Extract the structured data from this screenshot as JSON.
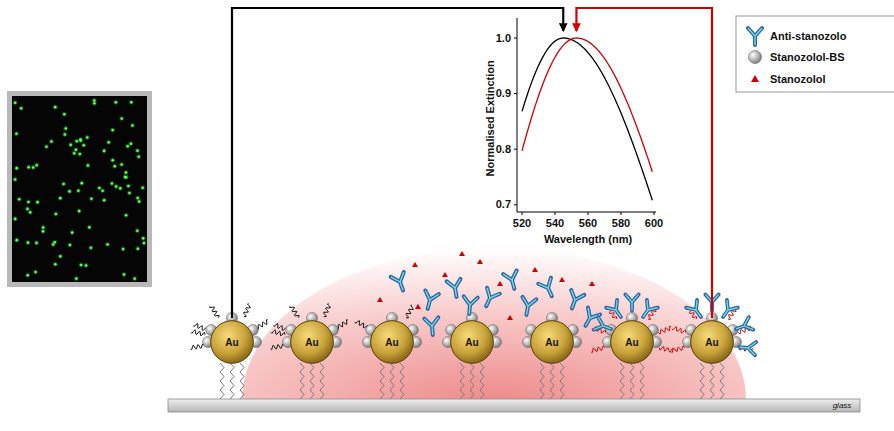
{
  "diagram": {
    "nodes": [
      {
        "text": [
          "Au"
        ]
      },
      {
        "text": [
          "Au"
        ]
      },
      {
        "text": [
          "Au"
        ]
      },
      {
        "text": [
          "Au"
        ]
      },
      {
        "text": [
          "Au"
        ]
      },
      {
        "text": [
          "Au"
        ]
      },
      {
        "text": [
          "Au"
        ]
      }
    ],
    "labels": [
      "Normalised Extinction",
      "Wavelength (nm)",
      "1.0",
      "0.9",
      "0.8",
      "0.7",
      "520",
      "540",
      "560",
      "580",
      "600",
      "glass"
    ],
    "legend": [
      {
        "text": "Anti-stanozolo"
      },
      {
        "text": "Stanozolol-BS"
      },
      {
        "text": "Stanozolol"
      }
    ]
  }
}
